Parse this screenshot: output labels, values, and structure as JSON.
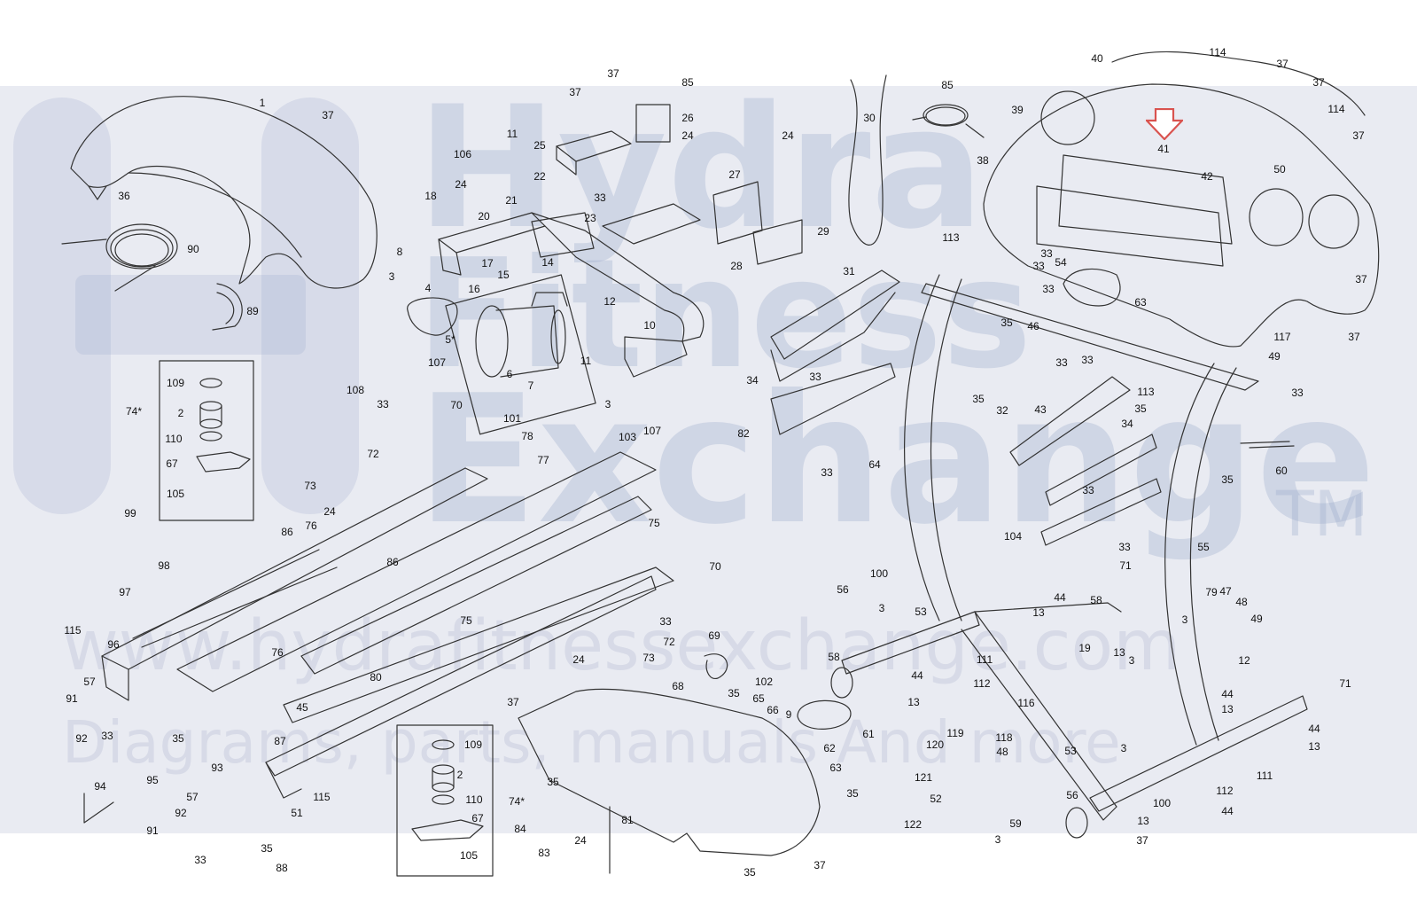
{
  "watermark": {
    "brand_line1": "Hydra",
    "brand_line2": "Fitness",
    "brand_line3": "Exchange",
    "trademark": "TM",
    "url": "www.hydrafitnessexchange.com",
    "tagline": "Diagrams, parts, manuals And more"
  },
  "colors": {
    "band": "#e9ebf2",
    "line": "#333333",
    "highlight_arrow": "#d9534f"
  },
  "highlight": {
    "icon": "down-arrow-outline",
    "target_part": "41"
  },
  "callouts": [
    "1",
    "37",
    "36",
    "90",
    "89",
    "106",
    "11",
    "18",
    "20",
    "24",
    "22",
    "8",
    "21",
    "3",
    "17",
    "15",
    "14",
    "16",
    "4",
    "5*",
    "6",
    "7",
    "12",
    "3",
    "11",
    "10",
    "25",
    "37",
    "85",
    "26",
    "24",
    "23",
    "33",
    "37",
    "27",
    "28",
    "24",
    "29",
    "30",
    "85",
    "109",
    "2",
    "110",
    "67",
    "105",
    "74*",
    "108",
    "107",
    "70",
    "101",
    "78",
    "33",
    "72",
    "73",
    "24",
    "103",
    "107",
    "77",
    "99",
    "98",
    "86",
    "76",
    "86",
    "75",
    "70",
    "97",
    "115",
    "96",
    "76",
    "57",
    "91",
    "92",
    "33",
    "35",
    "95",
    "93",
    "94",
    "91",
    "92",
    "57",
    "33",
    "35",
    "88",
    "87",
    "51",
    "115",
    "80",
    "45",
    "75",
    "33",
    "72",
    "24",
    "73",
    "109",
    "2",
    "110",
    "67",
    "105",
    "74*",
    "84",
    "83",
    "24",
    "81",
    "37",
    "35",
    "68",
    "35",
    "102",
    "65",
    "66",
    "9",
    "62",
    "63",
    "35",
    "37",
    "35",
    "69",
    "31",
    "34",
    "33",
    "82",
    "33",
    "43",
    "34",
    "33",
    "104",
    "33",
    "71",
    "64",
    "55",
    "32",
    "35",
    "113",
    "46",
    "33",
    "33",
    "33",
    "33",
    "39",
    "38",
    "41",
    "42",
    "50",
    "40",
    "114",
    "37",
    "37",
    "63",
    "114",
    "37",
    "33",
    "54",
    "37",
    "35",
    "117",
    "37",
    "49",
    "33",
    "113",
    "35",
    "35",
    "60",
    "56",
    "3",
    "53",
    "100",
    "58",
    "111",
    "112",
    "44",
    "13",
    "61",
    "116",
    "120",
    "121",
    "119",
    "118",
    "48",
    "52",
    "122",
    "3",
    "59",
    "44",
    "13",
    "19",
    "13",
    "3",
    "79",
    "47",
    "48",
    "49",
    "3",
    "12",
    "44",
    "13",
    "71",
    "44",
    "13",
    "58",
    "56",
    "3",
    "53",
    "100",
    "111",
    "112",
    "44",
    "13",
    "37"
  ]
}
